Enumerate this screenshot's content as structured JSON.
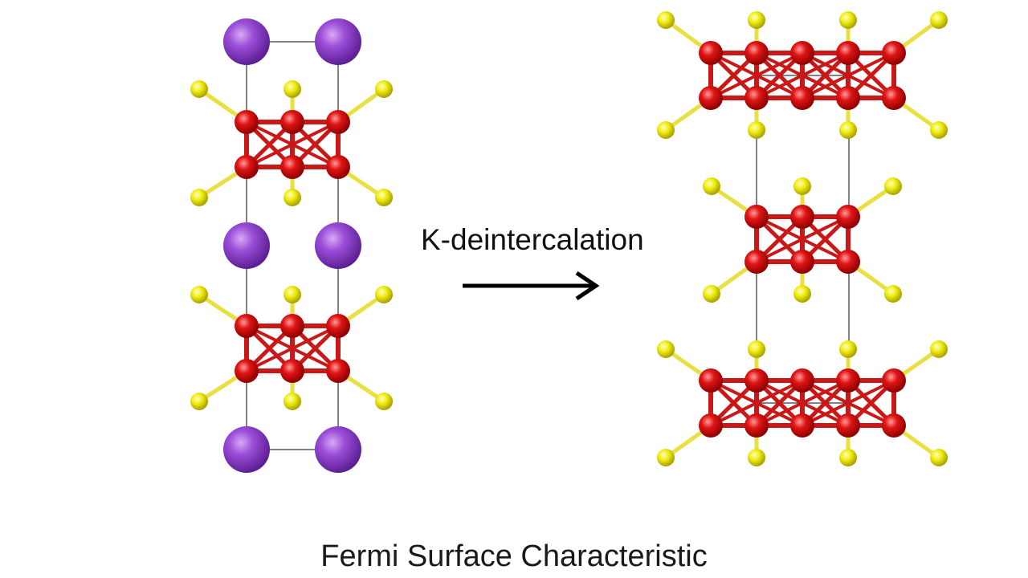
{
  "arrow": {
    "label": "K-deintercalation"
  },
  "caption": {
    "text": "Fermi Surface Characteristic"
  },
  "atoms": {
    "potassium_color": "#8e3fcf",
    "iron_color": "#dc1010",
    "chalcogen_color": "#eeea00",
    "bond_red_color": "#c81818",
    "bond_yellow_color": "#e8e040",
    "cell_line_color": "#333333"
  },
  "structures": [
    {
      "name": "before-structure",
      "contains_potassium": true,
      "layers": 2
    },
    {
      "name": "after-structure",
      "contains_potassium": false,
      "layers": 3
    }
  ]
}
